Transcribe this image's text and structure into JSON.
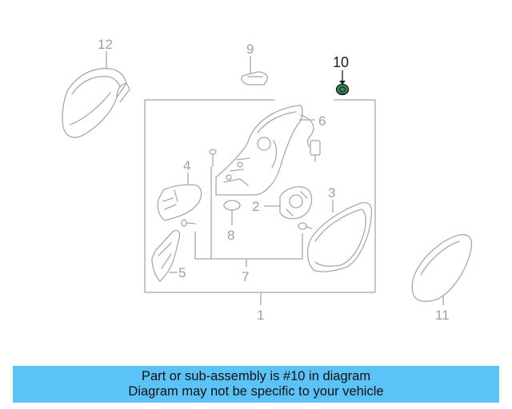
{
  "diagram": {
    "callouts": {
      "c1": "1",
      "c2": "2",
      "c3": "3",
      "c4": "4",
      "c5": "5",
      "c6": "6",
      "c7": "7",
      "c8": "8",
      "c9": "9",
      "c10": "10",
      "c11": "11",
      "c12": "12"
    },
    "highlighted_part": "10",
    "colors": {
      "line_art": "#a8a8a8",
      "highlight_part": "#2e8b57",
      "banner": "#5bc3f5"
    }
  },
  "banner": {
    "line1": "Part or sub-assembly is #10 in diagram",
    "line2": "Diagram may not be specific to your vehicle"
  }
}
